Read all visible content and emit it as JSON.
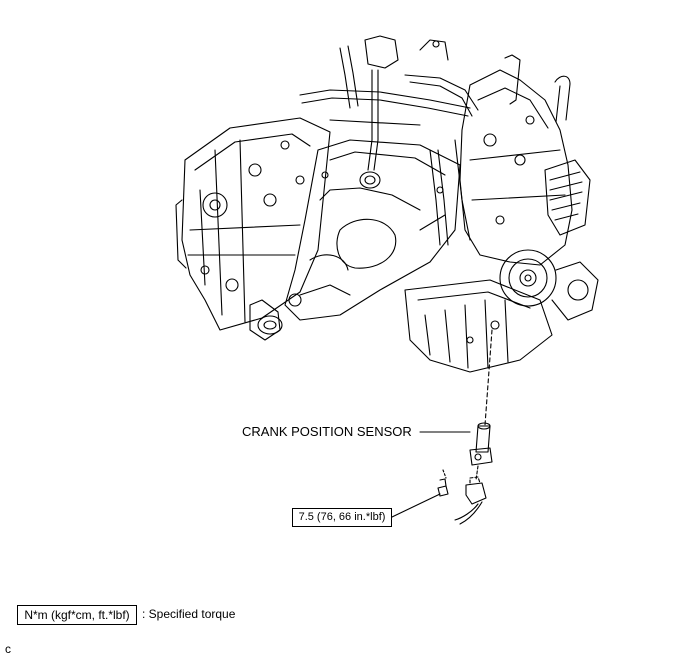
{
  "callouts": {
    "crank_position_sensor": "CRANK POSITION SENSOR",
    "bolt_torque": "7.5 (76, 66 in.*lbf)"
  },
  "legend": {
    "unit_box": "N*m (kgf*cm, ft.*lbf)",
    "description": ": Specified torque"
  },
  "corner_code": "c"
}
